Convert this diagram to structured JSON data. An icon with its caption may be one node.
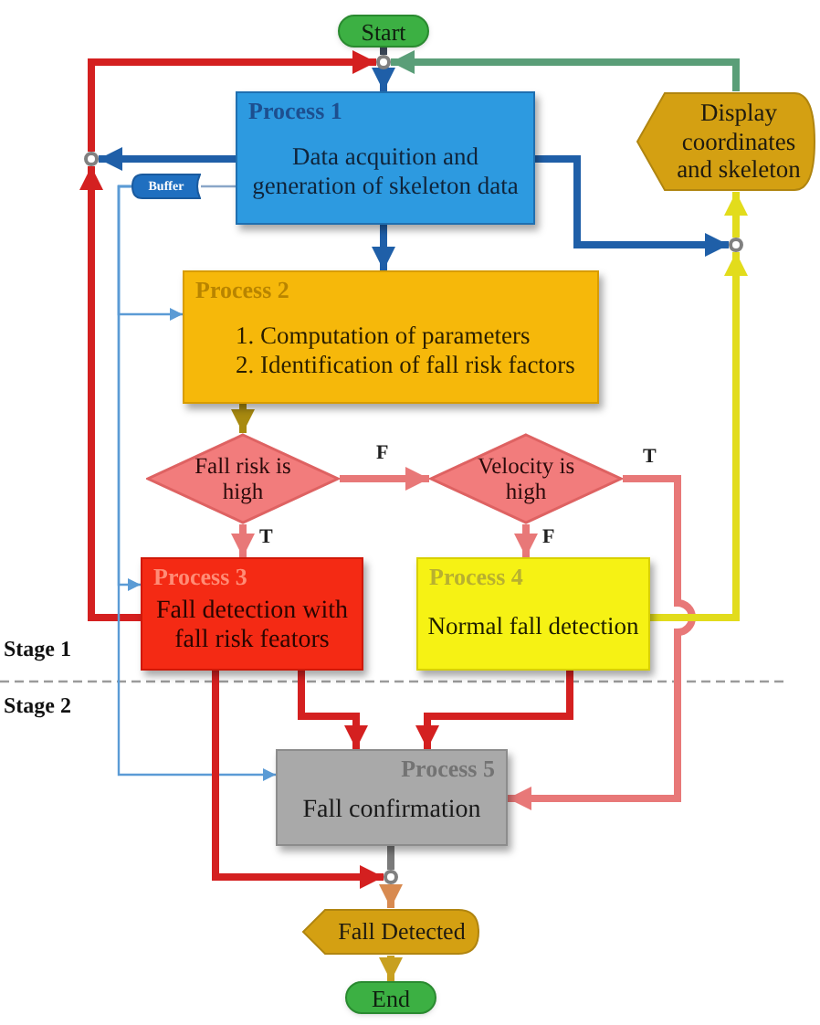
{
  "diagram": {
    "nodes": [
      {
        "text": [
          "Start"
        ]
      },
      {
        "text": [],
        "shape": "circle"
      },
      {
        "text": [
          "Process 1",
          "Data acquition and generation of skeleton data"
        ]
      },
      {
        "text": [
          "Display coordinates and skeleton"
        ]
      },
      {
        "text": [],
        "shape": "circle"
      },
      {
        "text": [
          "Buffer"
        ]
      },
      {
        "text": [],
        "shape": "circle"
      },
      {
        "text": [
          "Process 2",
          "1. Computation of parameters",
          "2. Identification of fall risk factors"
        ]
      },
      {
        "text": [
          "Fall risk is high"
        ]
      },
      {
        "text": [
          "Velocity is high"
        ]
      },
      {
        "text": [
          "Process 3",
          "Fall detection with fall risk feators"
        ]
      },
      {
        "text": [
          "Process 4",
          "Normal fall detection"
        ]
      },
      {
        "text": [
          "Process 5",
          "Fall confirmation"
        ]
      },
      {
        "text": [],
        "shape": "circle"
      },
      {
        "text": [
          "Fall Detected"
        ]
      },
      {
        "text": [
          "End"
        ]
      }
    ],
    "edges": [
      {
        "from": 0,
        "to": 1,
        "arrow": "none",
        "color": "#3a4656"
      },
      {
        "from": 1,
        "to": 2,
        "arrow": "to",
        "color": "#1f5fa8"
      },
      {
        "from": 2,
        "to": 4,
        "arrow": "to",
        "color": "#1f5fa8"
      },
      {
        "from": 2,
        "to": 6,
        "arrow": "to",
        "color": "#1f5fa8"
      },
      {
        "from": 6,
        "to": 3,
        "arrow": "to",
        "color": "#e2dc1c"
      },
      {
        "from": 3,
        "to": 1,
        "arrow": "to",
        "color": "#5a9e78"
      },
      {
        "from": 10,
        "to": 4,
        "arrow": "to",
        "color": "#d42020"
      },
      {
        "from": 4,
        "to": 1,
        "arrow": "to",
        "color": "#d42020"
      },
      {
        "from": 2,
        "to": 5,
        "arrow": "none",
        "color": "#8aa6c8"
      },
      {
        "from": 5,
        "to": 7,
        "arrow": "to",
        "color": "#5b9bd5"
      },
      {
        "from": 5,
        "to": 10,
        "arrow": "to",
        "color": "#5b9bd5"
      },
      {
        "from": 5,
        "to": 12,
        "arrow": "to",
        "color": "#5b9bd5"
      },
      {
        "from": 2,
        "to": 7,
        "arrow": "to",
        "color": "#1f5fa8"
      },
      {
        "from": 7,
        "to": 8,
        "arrow": "to",
        "color": "#a88a10"
      },
      {
        "from": 8,
        "to": 9,
        "arrow": "to",
        "label": "F",
        "color": "#e87878"
      },
      {
        "from": 8,
        "to": 10,
        "arrow": "to",
        "label": "T",
        "color": "#e87878"
      },
      {
        "from": 9,
        "to": 11,
        "arrow": "to",
        "label": "F",
        "color": "#e87878"
      },
      {
        "from": 9,
        "to": 12,
        "arrow": "to",
        "label": "T",
        "color": "#e87878"
      },
      {
        "from": 11,
        "to": 6,
        "arrow": "to",
        "color": "#e2dc1c"
      },
      {
        "from": 10,
        "to": 12,
        "arrow": "to",
        "color": "#d42020"
      },
      {
        "from": 11,
        "to": 12,
        "arrow": "to",
        "color": "#d42020"
      },
      {
        "from": 10,
        "to": 13,
        "arrow": "to",
        "color": "#d42020"
      },
      {
        "from": 12,
        "to": 13,
        "arrow": "none",
        "color": "#7a7a7a"
      },
      {
        "from": 13,
        "to": 14,
        "arrow": "to",
        "color": "#d88a50"
      },
      {
        "from": 14,
        "to": 15,
        "arrow": "to",
        "color": "#c8a020"
      }
    ],
    "labels": [
      "Stage 1",
      "Stage 2"
    ]
  }
}
